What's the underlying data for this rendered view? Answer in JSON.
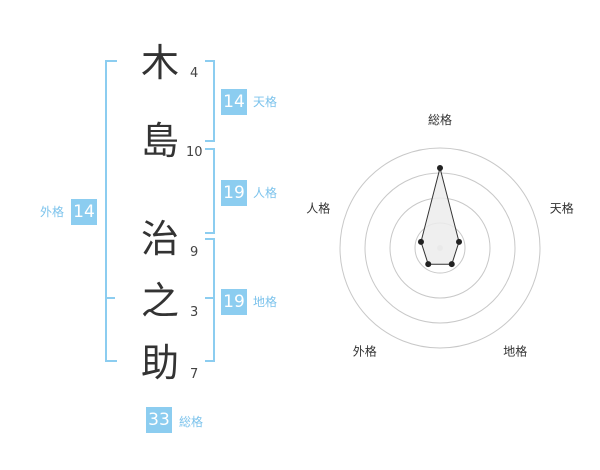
{
  "name": {
    "characters": [
      {
        "char": "木",
        "strokes": "4"
      },
      {
        "char": "島",
        "strokes": "10"
      },
      {
        "char": "治",
        "strokes": "9"
      },
      {
        "char": "之",
        "strokes": "3"
      },
      {
        "char": "助",
        "strokes": "7"
      }
    ]
  },
  "fortunes": {
    "tenkaku": {
      "value": "14",
      "label": "天格"
    },
    "jinkaku": {
      "value": "19",
      "label": "人格"
    },
    "chikaku": {
      "value": "19",
      "label": "地格"
    },
    "gaikaku": {
      "value": "14",
      "label": "外格"
    },
    "soukaku": {
      "value": "33",
      "label": "総格"
    }
  },
  "chart_data": {
    "type": "radar",
    "axes": [
      "総格",
      "天格",
      "地格",
      "外格",
      "人格"
    ],
    "values": [
      4,
      1,
      1,
      1,
      1
    ],
    "max": 5,
    "rings": 4,
    "grid": true
  },
  "colors": {
    "accent": "#8ccdf0",
    "label": "#7cc3ec",
    "text": "#333333"
  }
}
